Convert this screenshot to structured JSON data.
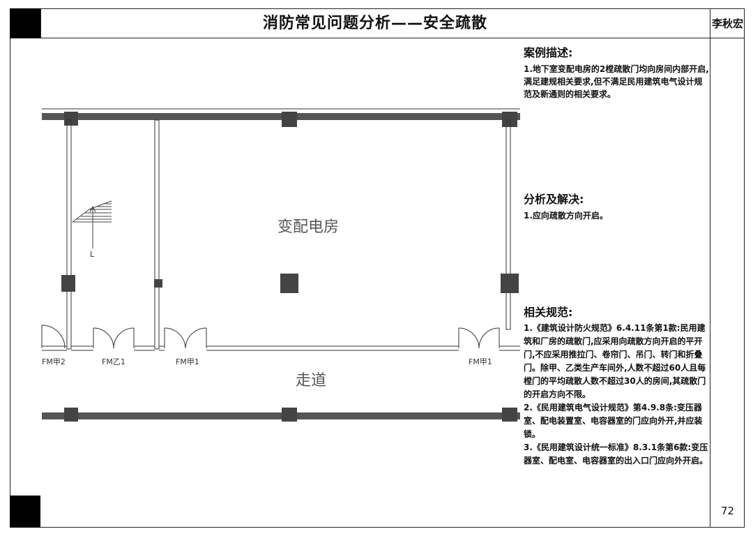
{
  "header": {
    "title": "消防常见问题分析——安全疏散",
    "author": "李秋宏"
  },
  "page_number": "72",
  "case": {
    "heading": "案例描述:",
    "lines": [
      "1.地下室变配电房的2樘疏散门均向房间内部开启,",
      "满足建规相关要求,但不满足民用建筑电气设计规",
      "范及新通则的相关要求。"
    ]
  },
  "analysis": {
    "heading": "分析及解决:",
    "lines": [
      "1.应向疏散方向开启。"
    ]
  },
  "codes": {
    "heading": "相关规范:",
    "lines": [
      "1.《建筑设计防火规范》6.4.11条第1款:民用建",
      "筑和厂房的疏散门,应采用向疏散方向开启的平开",
      "门,不应采用推拉门、卷帘门、吊门、转门和折叠",
      "门。除甲、乙类生产车间外,人数不超过60人且每",
      "樘门的平均疏散人数不超过30人的房间,其疏散门",
      "的开启方向不限。",
      "2.《民用建筑电气设计规范》第4.9.8条:变压器",
      "室、配电装置室、电容器室的门应向外开,并应装",
      "锁。",
      "3.《民用建筑设计统一标准》8.3.1条第6款:变压",
      "器室、配电室、电容器室的出入口门应向外开启。"
    ]
  },
  "plan": {
    "room_label": "变配电房",
    "corridor_label": "走道",
    "doors": [
      "FM甲2",
      "FM乙1",
      "FM甲1",
      "FM甲1"
    ],
    "stair_mark": "L"
  }
}
